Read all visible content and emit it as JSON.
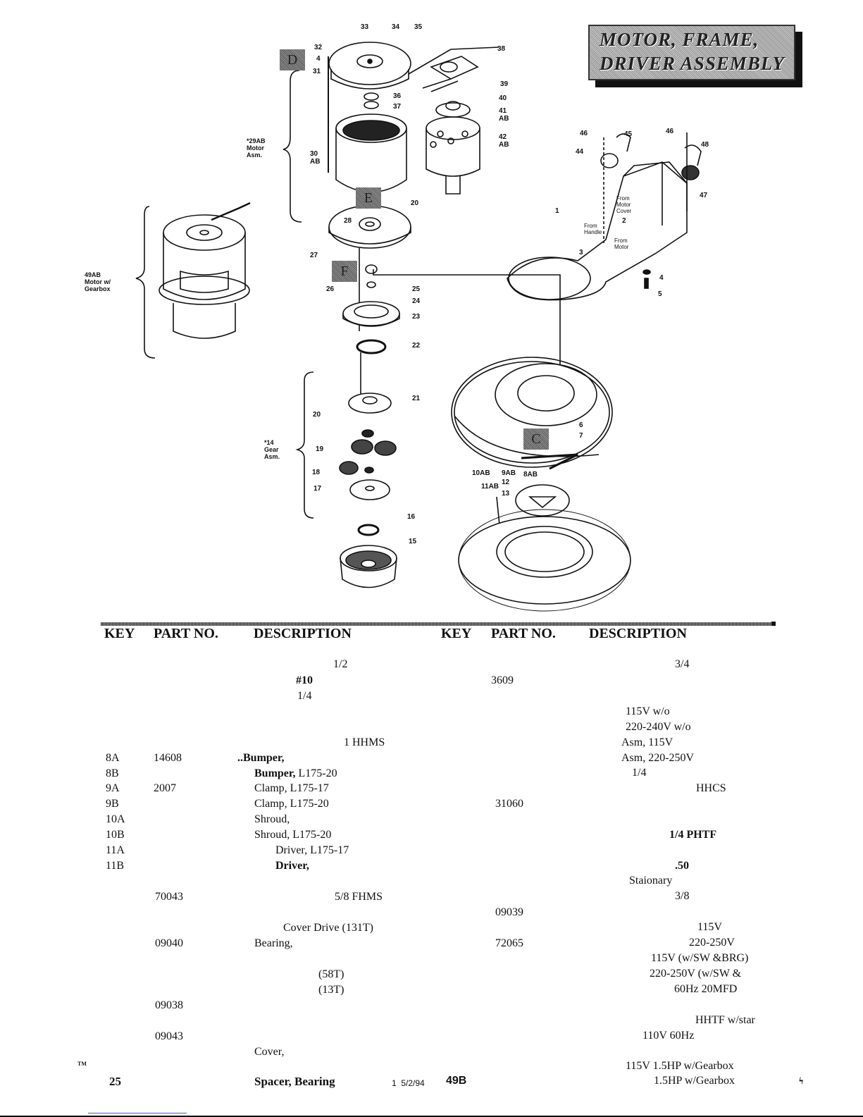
{
  "page": {
    "title_line1": "MOTOR, FRAME,",
    "title_line2": "DRIVER ASSEMBLY",
    "footer": {
      "trademark": "TM",
      "left_number": "25",
      "spacer_text": "Spacer, Bearing",
      "revision": "1  5/2/94",
      "page_id": "49B",
      "corner_mark": "%"
    }
  },
  "diagram": {
    "section_letters": [
      "D",
      "E",
      "F",
      "C"
    ],
    "group_labels": {
      "motor_asm": "*29AB\nMotor\nAsm.",
      "motor_gearbox": "49AB\nMotor w/\nGearbox",
      "gear_asm": "*14\nGear\nAsm."
    },
    "callouts": [
      "33",
      "34",
      "35",
      "32",
      "4",
      "31",
      "38",
      "39",
      "36",
      "37",
      "40",
      "41\nAB",
      "42\nAB",
      "30\nAB",
      "20",
      "28",
      "27",
      "25",
      "24",
      "26",
      "23",
      "22",
      "21",
      "20",
      "19",
      "18",
      "17",
      "16",
      "15",
      "46",
      "45",
      "44",
      "46",
      "48",
      "47",
      "1",
      "2",
      "3",
      "4",
      "5",
      "6",
      "7",
      "10AB",
      "9AB",
      "8AB",
      "11AB",
      "12",
      "13"
    ],
    "wire_notes": [
      "From\nMotor\nCover",
      "From\nHandle",
      "From\nMotor"
    ]
  },
  "table": {
    "headers": {
      "key": "KEY",
      "part_no": "PART NO.",
      "description": "DESCRIPTION"
    },
    "left_rows": [
      {
        "key": "",
        "part": "",
        "desc": "1/2",
        "bold": false
      },
      {
        "key": "",
        "part": "",
        "desc": "#10",
        "bold": true
      },
      {
        "key": "",
        "part": "",
        "desc": "1/4",
        "bold": false
      },
      {
        "key": "",
        "part": "",
        "desc": "1 HHMS",
        "bold": false
      },
      {
        "key": "8A",
        "part": "14608",
        "desc": "..Bumper,",
        "bold": true
      },
      {
        "key": "8B",
        "part": "",
        "desc_bold": "Bumper,",
        "desc": " L175-20"
      },
      {
        "key": "9A",
        "part": "2007",
        "desc": "Clamp, L175-17",
        "bold": false
      },
      {
        "key": "9B",
        "part": "",
        "desc": "Clamp, L175-20",
        "bold": false
      },
      {
        "key": "10A",
        "part": "",
        "desc": "Shroud,",
        "bold": false
      },
      {
        "key": "10B",
        "part": "",
        "desc": "Shroud, L175-20",
        "bold": false
      },
      {
        "key": "11A",
        "part": "",
        "desc": "Driver, L175-17",
        "bold": false
      },
      {
        "key": "11B",
        "part": "",
        "desc": "Driver,",
        "bold": true
      },
      {
        "key": "",
        "part": "70043",
        "desc": "5/8 FHMS",
        "bold": false
      },
      {
        "key": "",
        "part": "",
        "desc": "Cover Drive (131T)",
        "bold": false
      },
      {
        "key": "",
        "part": "09040",
        "desc": "Bearing,",
        "bold": false
      },
      {
        "key": "",
        "part": "",
        "desc": "(58T)",
        "bold": false
      },
      {
        "key": "",
        "part": "",
        "desc": "(13T)",
        "bold": false
      },
      {
        "key": "",
        "part": "09038",
        "desc": "",
        "bold": false
      },
      {
        "key": "",
        "part": "09043",
        "desc": "",
        "bold": false
      },
      {
        "key": "",
        "part": "",
        "desc": "Cover,",
        "bold": false
      }
    ],
    "right_rows": [
      {
        "key": "",
        "part": "",
        "desc": "3/4",
        "bold": false
      },
      {
        "key": "",
        "part": "3609",
        "desc": "",
        "bold": false
      },
      {
        "key": "",
        "part": "",
        "desc": "115V w/o",
        "bold": false
      },
      {
        "key": "",
        "part": "",
        "desc": "220-240V w/o",
        "bold": false
      },
      {
        "key": "",
        "part": "",
        "desc": "Asm, 115V",
        "bold": false
      },
      {
        "key": "",
        "part": "",
        "desc": "Asm, 220-250V",
        "bold": false
      },
      {
        "key": "",
        "part": "",
        "desc": "1/4",
        "bold": false
      },
      {
        "key": "",
        "part": "",
        "desc": "HHCS",
        "bold": false
      },
      {
        "key": "",
        "part": "31060",
        "desc": "",
        "bold": false
      },
      {
        "key": "",
        "part": "",
        "desc": "1/4 PHTF",
        "bold": true
      },
      {
        "key": "",
        "part": "",
        "desc": ".50",
        "bold": true
      },
      {
        "key": "",
        "part": "",
        "desc": "Staionary",
        "bold": false
      },
      {
        "key": "",
        "part": "",
        "desc": "3/8",
        "bold": false
      },
      {
        "key": "",
        "part": "09039",
        "desc": "",
        "bold": false
      },
      {
        "key": "",
        "part": "",
        "desc": "115V",
        "bold": false
      },
      {
        "key": "",
        "part": "72065",
        "desc": "220-250V",
        "bold": false
      },
      {
        "key": "",
        "part": "",
        "desc": "115V (w/SW &BRG)",
        "bold": false
      },
      {
        "key": "",
        "part": "",
        "desc": "220-250V (w/SW &",
        "bold": false
      },
      {
        "key": "",
        "part": "",
        "desc": "60Hz 20MFD",
        "bold": false
      },
      {
        "key": "",
        "part": "",
        "desc": "HHTF w/star",
        "bold": false
      },
      {
        "key": "",
        "part": "",
        "desc": "110V 60Hz",
        "bold": false
      },
      {
        "key": "",
        "part": "",
        "desc": "115V 1.5HP w/Gearbox",
        "bold": false
      },
      {
        "key": "",
        "part": "",
        "desc": "1.5HP w/Gearbox",
        "bold": false
      }
    ]
  }
}
